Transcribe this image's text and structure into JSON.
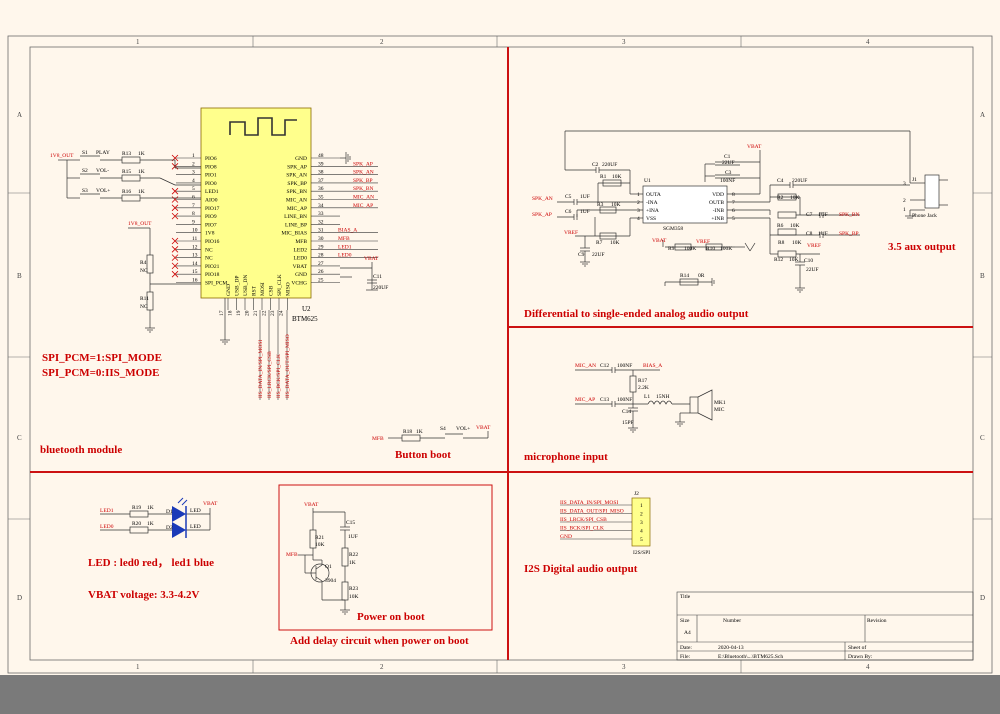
{
  "frame": {
    "cols": [
      "1",
      "2",
      "3",
      "4"
    ],
    "rows": [
      "A",
      "B",
      "C",
      "D"
    ]
  },
  "sections": {
    "bluetooth": "bluetooth module",
    "button_boot": "Button boot",
    "diff": "Differential to single-ended analog audio output",
    "aux": "3.5 aux output",
    "mic": "microphone input",
    "i2s": "I2S Digital audio output",
    "led": "LED : led0 red， led1 blue",
    "vbat": "VBAT voltage:  3.3-4.2V",
    "power_on": "Power on boot",
    "delay": "Add delay circuit when power on boot",
    "spi_mode": "SPI_PCM=1:SPI_MODE",
    "iis_mode": "SPI_PCM=0:IIS_MODE"
  },
  "u2": {
    "ref": "U2",
    "part": "BTM625",
    "left_pins": [
      {
        "num": "1",
        "name": "PIO6"
      },
      {
        "num": "2",
        "name": "PIO8"
      },
      {
        "num": "3",
        "name": "PIO1"
      },
      {
        "num": "4",
        "name": "PIO0"
      },
      {
        "num": "5",
        "name": "LED1"
      },
      {
        "num": "6",
        "name": "AIO0"
      },
      {
        "num": "7",
        "name": "PIO17"
      },
      {
        "num": "8",
        "name": "PIO9"
      },
      {
        "num": "9",
        "name": "PIO7"
      },
      {
        "num": "10",
        "name": "1V8"
      },
      {
        "num": "11",
        "name": "PIO16"
      },
      {
        "num": "12",
        "name": "NC"
      },
      {
        "num": "13",
        "name": "NC"
      },
      {
        "num": "14",
        "name": "PIO21"
      },
      {
        "num": "15",
        "name": "PIO18"
      },
      {
        "num": "16",
        "name": "SPI_PCM"
      }
    ],
    "right_pins": [
      {
        "num": "48",
        "name": "GND"
      },
      {
        "num": "39",
        "name": "SPK_AP"
      },
      {
        "num": "38",
        "name": "SPK_AN"
      },
      {
        "num": "37",
        "name": "SPK_BP"
      },
      {
        "num": "36",
        "name": "SPK_BN"
      },
      {
        "num": "35",
        "name": "MIC_AN"
      },
      {
        "num": "34",
        "name": "MIC_AP"
      },
      {
        "num": "33",
        "name": "LINE_BN"
      },
      {
        "num": "32",
        "name": "LINE_BP"
      },
      {
        "num": "31",
        "name": "MIC_BIAS"
      },
      {
        "num": "30",
        "name": "MFB"
      },
      {
        "num": "29",
        "name": "LED2"
      },
      {
        "num": "28",
        "name": "LED0"
      },
      {
        "num": "27",
        "name": "VBAT"
      },
      {
        "num": "26",
        "name": "GND"
      },
      {
        "num": "25",
        "name": "VCHG"
      }
    ],
    "bottom_pins": [
      "GND",
      "USB_DP",
      "USB_DN",
      "RST",
      "MOSI",
      "CSB",
      "SPI_CLK",
      "MISO"
    ],
    "bottom_nums": [
      "17",
      "18",
      "19",
      "20",
      "21",
      "22",
      "23",
      "24"
    ],
    "right_nets": [
      "SPK_AP",
      "SPK_AN",
      "SPK_BP",
      "SPK_BN",
      "MIC_AN",
      "MIC_AP",
      "BIAS_A",
      "MFB",
      "LED1",
      "LED0",
      "VBAT"
    ],
    "bottom_nets": [
      "IIS_DATA_IN/SPI_MOSI",
      "IIS_LRCK/SPI_CSB",
      "IIS_BCK/SPI_CLK",
      "IIS_DATA_OUT/SPI_MISO"
    ]
  },
  "bt_left": {
    "v18_out": "1V8_OUT",
    "s1": "S1",
    "play": "PLAY",
    "s2": "S2",
    "vol_minus": "VOL-",
    "s3": "S3",
    "vol_plus": "VOL+",
    "r13": "R13",
    "r15": "R15",
    "r16": "R16",
    "r_1k": "1K",
    "v18_out2": "1V8_OUT",
    "r4": "R4",
    "r11": "R11",
    "nc": "NC",
    "c11": "C11",
    "c11v": "220UF",
    "vbat": "VBAT"
  },
  "button": {
    "mfb": "MFB",
    "r18": "R18",
    "r18v": "1K",
    "s4": "S4",
    "vol_plus": "VOL+",
    "vbat": "VBAT"
  },
  "diff": {
    "u1": "U1",
    "part": "SGM358",
    "pins_left": [
      "OUTA",
      "-INA",
      "+INA",
      "VSS"
    ],
    "pins_right": [
      "VDD",
      "OUTB",
      "-INB",
      "+INB"
    ],
    "nums_left": [
      "1",
      "2",
      "3",
      "4"
    ],
    "nums_right": [
      "8",
      "7",
      "6",
      "5"
    ],
    "c2": "C2",
    "c2v": "220UF",
    "r1": "R1",
    "r1v": "10K",
    "c1": "C1",
    "c1v": "22UF",
    "c3": "C3",
    "c3v": "100NF",
    "vbat": "VBAT",
    "spk_an": "SPK_AN",
    "c5": "C5",
    "c5v": "1UF",
    "spk_ap": "SPK_AP",
    "c6": "C6",
    "c6v": "1UF",
    "r3": "R3",
    "r3v": "10K",
    "r7": "R7",
    "r7v": "10K",
    "vref": "VREF",
    "c9": "C9",
    "c9v": "22UF",
    "vbat2": "VBAT",
    "r9": "R9",
    "r9v": "100K",
    "vref2": "VREF",
    "r10": "R10",
    "r10v": "100K",
    "r14": "R14",
    "r14v": "0R",
    "c4": "C4",
    "c4v": "220UF",
    "r2": "R2",
    "r2v": "10K",
    "c7": "C7",
    "c7v": "1UF",
    "spk_bn": "SPK_BN",
    "r6": "R6",
    "r6v": "10K",
    "c8": "C8",
    "c8v": "1UF",
    "spk_bp": "SPK_BP",
    "r8": "R8",
    "r8v": "10K",
    "vref3": "VREF",
    "r12": "R12",
    "r12v": "10K",
    "c10": "C10",
    "c10v": "22UF",
    "j1": "J1",
    "jack": "Phone Jack",
    "j1p3": "3",
    "j1p2": "2",
    "j1p1": "1"
  },
  "mic": {
    "mic_an": "MIC_AN",
    "c12": "C12",
    "c12v": "100NF",
    "bias_a": "BIAS_A",
    "r17": "R17",
    "r17v": "2.2K",
    "mic_ap": "MIC_AP",
    "c13": "C13",
    "c13v": "100NF",
    "l1": "L1",
    "l1v": "15NH",
    "c14": "C14",
    "c14v": "15PF",
    "mk1": "MK1",
    "mic": "MIC"
  },
  "i2s": {
    "j2": "J2",
    "name": "I2S/SPI",
    "nets": [
      "IIS_DATA_IN/SPI_MOSI",
      "IIS_DATA_OUT/SPI_MISO",
      "IIS_LRCK/SPI_CSB",
      "IIS_BCK/SPI_CLK",
      "GND"
    ],
    "pins": [
      "1",
      "2",
      "3",
      "4",
      "5"
    ]
  },
  "led": {
    "led1": "LED1",
    "r19": "R19",
    "r19v": "1K",
    "d1": "D1",
    "led": "LED",
    "led0": "LED0",
    "r20": "R20",
    "r20v": "1K",
    "d2": "D2",
    "vbat": "VBAT"
  },
  "power": {
    "vbat": "VBAT",
    "r21": "R21",
    "r21v": "10K",
    "c15": "C15",
    "c15v": "1UF",
    "mfb": "MFB",
    "q1": "Q1",
    "q1p": "3904",
    "r22": "R22",
    "r22v": "1K",
    "r23": "R23",
    "r23v": "10K"
  },
  "title_block": {
    "title": "Title",
    "size_label": "Size",
    "size": "A4",
    "number": "Number",
    "revision": "Revision",
    "date_label": "Date:",
    "date": "2020-04-13",
    "file_label": "File:",
    "file": "E:\\Bluetooth\\...\\BTM625.Sch",
    "sheet": "Sheet    of",
    "drawn": "Drawn By:"
  }
}
